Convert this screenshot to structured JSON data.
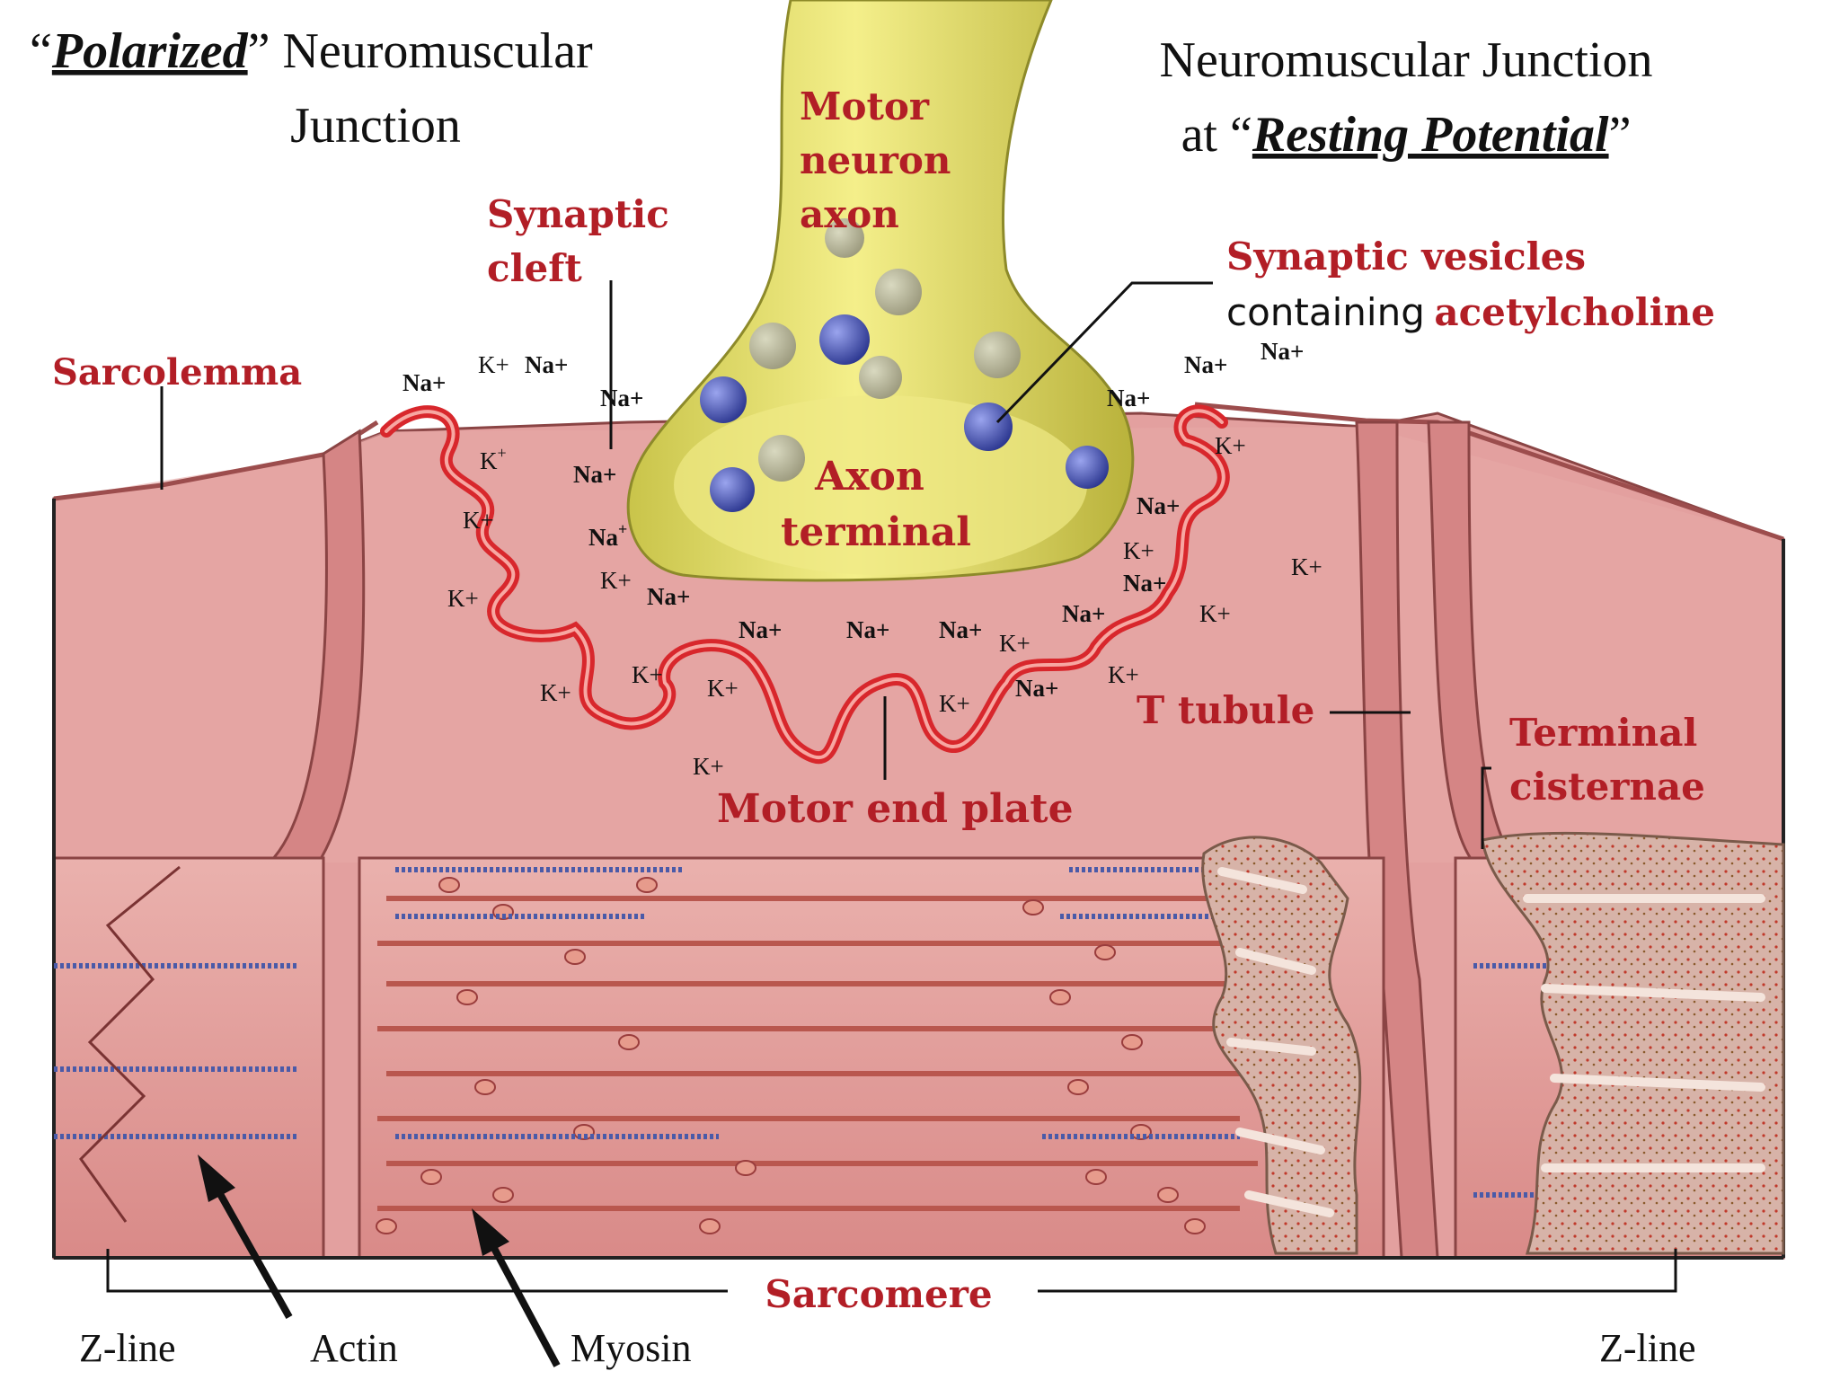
{
  "title_left": {
    "open_quote": "“",
    "emphasis": "Polarized",
    "close_quote": "”",
    "rest": " Neuromuscular",
    "line2": "Junction"
  },
  "title_right": {
    "line1": "Neuromuscular Junction",
    "prefix": "at “",
    "emphasis": "Resting Potential",
    "close_quote": "”"
  },
  "labels": {
    "motor_neuron_axon": [
      "Motor",
      "neuron",
      "axon"
    ],
    "synaptic_cleft": [
      "Synaptic",
      "cleft"
    ],
    "synaptic_vesicles": "Synaptic vesicles",
    "containing": "containing",
    "acetylcholine": "acetylcholine",
    "sarcolemma": "Sarcolemma",
    "axon_terminal": [
      "Axon",
      "terminal"
    ],
    "t_tubule": "T tubule",
    "terminal_cisternae": [
      "Terminal",
      "cisternae"
    ],
    "motor_end_plate": "Motor end plate",
    "sarcomere": "Sarcomere",
    "z_line_left": "Z-line",
    "actin": "Actin",
    "myosin": "Myosin",
    "z_line_right": "Z-line"
  },
  "ions": {
    "na": "Na+",
    "k": "K+",
    "na_sup": "Na",
    "k_sup": "K",
    "plus": "+"
  },
  "colors": {
    "muscle": "#e49c9c",
    "muscle_dark": "#b75d5d",
    "membrane_red": "#d8272c",
    "neuron": "#ece76a",
    "label_red": "#b21e26",
    "vesicle": "#5560b8",
    "cisternae": "#d8b4a8"
  }
}
